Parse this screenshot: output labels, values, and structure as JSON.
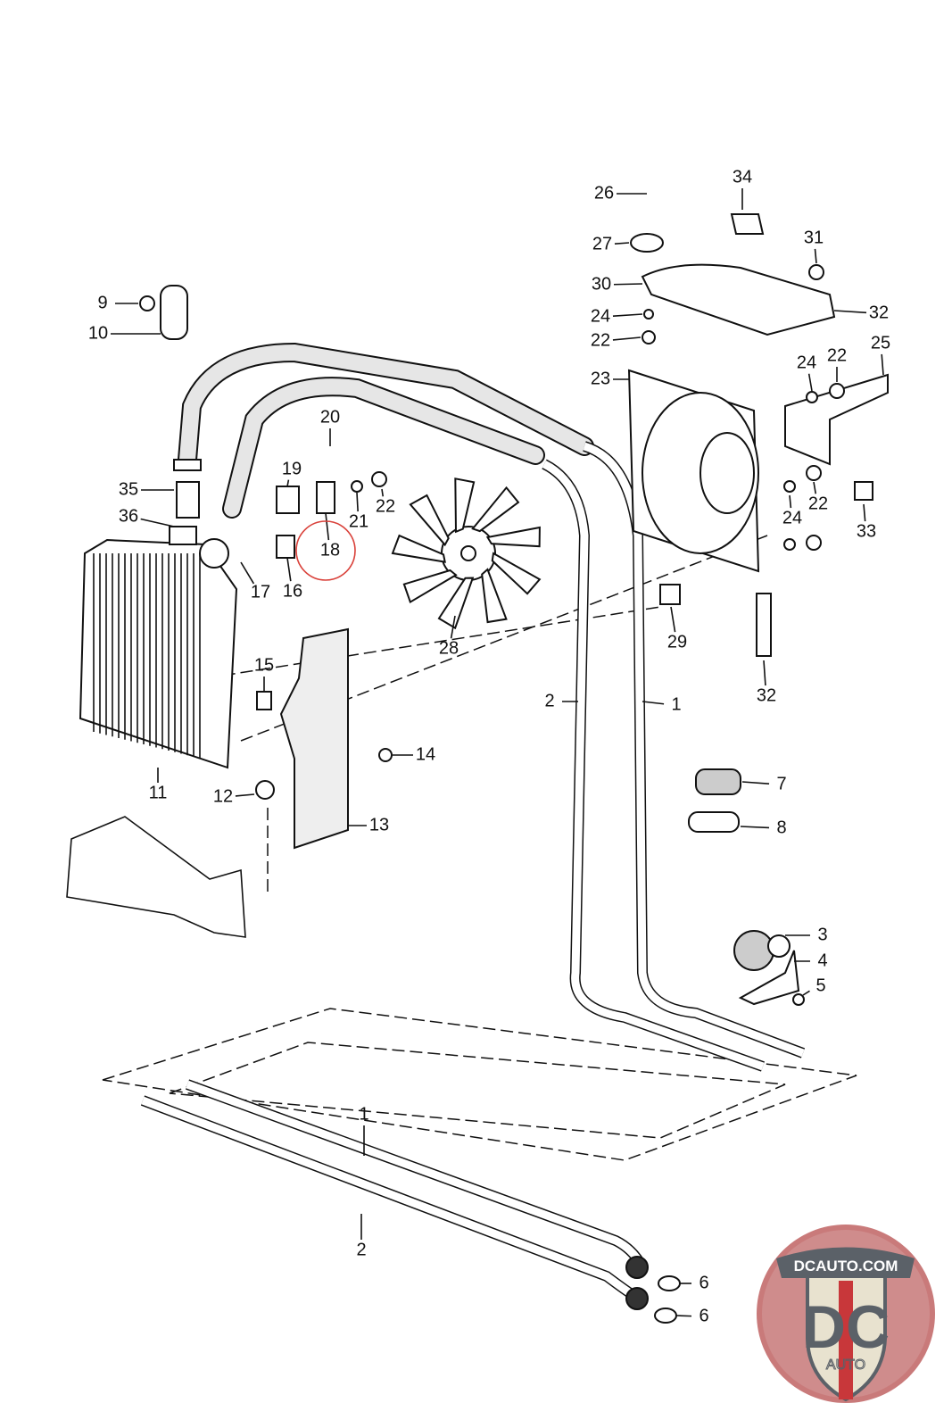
{
  "diagram": {
    "callouts": [
      "26",
      "34",
      "27",
      "31",
      "30",
      "32",
      "24",
      "22",
      "25",
      "24",
      "22",
      "23",
      "9",
      "10",
      "20",
      "19",
      "35",
      "21",
      "22",
      "36",
      "18",
      "17",
      "16",
      "28",
      "24",
      "22",
      "33",
      "29",
      "32",
      "15",
      "2",
      "1",
      "14",
      "11",
      "12",
      "7",
      "13",
      "8",
      "3",
      "4",
      "5",
      "1",
      "2",
      "6",
      "6"
    ],
    "highlighted_callout": "18",
    "highlight_color": "#d9413a"
  },
  "logo": {
    "top_text": "DCAUTO.COM",
    "letters": "DC",
    "bottom_text": "AUTO",
    "colors": {
      "ring": "#c97a7a",
      "shield": "#e8e2cf",
      "letters": "#5b6168",
      "stripe": "#c8373a"
    }
  }
}
